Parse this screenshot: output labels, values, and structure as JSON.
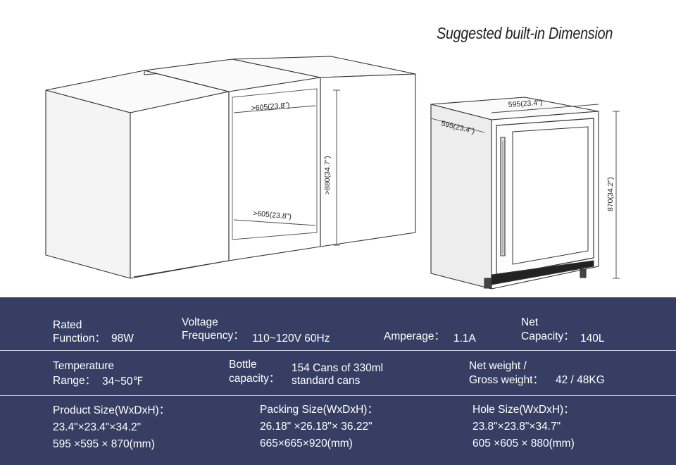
{
  "diagram": {
    "heading": "Suggested built-in Dimension",
    "cabinet_dims": {
      "top_width": ">605(23.8\")",
      "height": ">880(34.7\")",
      "bottom_width": ">605(23.8\")"
    },
    "fridge_dims": {
      "width": "595(23.4\")",
      "depth": "595(23.4\")",
      "height": "870(34.2\")"
    }
  },
  "specs": {
    "row1": {
      "rated_label_1": "Rated",
      "rated_label_2": "Function：",
      "rated_value": "98W",
      "voltage_label_1": "Voltage",
      "voltage_label_2": "Frequency：",
      "voltage_value": "110~120V 60Hz",
      "amperage_label": "Amperage：",
      "amperage_value": "1.1A",
      "capacity_label_1": "Net",
      "capacity_label_2": "Capacity：",
      "capacity_value": "140L"
    },
    "row2": {
      "temp_label_1": "Temperature",
      "temp_label_2": "Range：",
      "temp_value": "34~50℉",
      "bottle_label_1": "Bottle",
      "bottle_label_2": "capacity：",
      "bottle_value_1": "154 Cans of 330ml",
      "bottle_value_2": "standard cans",
      "weight_label_1": "Net weight /",
      "weight_label_2": "Gross weight：",
      "weight_value": "42 / 48KG"
    },
    "row3": {
      "product_title": "Product Size(WxDxH)：",
      "product_line1": "23.4\"×23.4\"×34.2\"",
      "product_line2": "595 ×595 × 870(mm)",
      "packing_title": "Packing Size(WxDxH)：",
      "packing_line1": "26.18\" ×26.18\"× 36.22\"",
      "packing_line2": "665×665×920(mm)",
      "hole_title": "Hole Size(WxDxH)：",
      "hole_line1": "23.8\"×23.8\"×34.7\"",
      "hole_line2": "605 ×605 × 880(mm)"
    }
  }
}
